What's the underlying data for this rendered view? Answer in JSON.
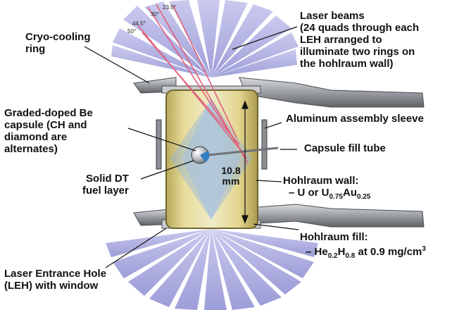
{
  "angles": [
    "23.5°",
    "30°",
    "44.5°",
    "50°"
  ],
  "labels": {
    "laser_beams": [
      "Laser beams",
      "(24 quads through each",
      "LEH arranged to",
      "illuminate two rings on",
      "the hohlraum wall)"
    ],
    "cryo_ring": [
      "Cryo-cooling",
      "ring"
    ],
    "capsule": [
      "Graded-doped Be",
      "capsule (CH and",
      "diamond are",
      "alternates)"
    ],
    "aluminum_sleeve": "Aluminum assembly sleeve",
    "fill_tube": "Capsule fill tube",
    "fuel_layer": [
      "Solid DT",
      "fuel layer"
    ],
    "dimension": [
      "10.8",
      "mm"
    ],
    "hohlraum_wall": {
      "title": "Hohlraum wall:",
      "line_prefix": "– U or U",
      "sub1": "0.75",
      "mid": "Au",
      "sub2": "0.25"
    },
    "hohlraum_fill": {
      "title": "Hohlraum fill:",
      "line_prefix": "– He",
      "sub1": "0.2",
      "mid": "H",
      "sub2": "0.8",
      "suffix": " at 0.9 mg/cm",
      "sup": "3"
    },
    "leh": [
      "Laser Entrance Hole",
      "(LEH) with window"
    ]
  },
  "colors": {
    "beam": "#8f8fd6",
    "hohlraum_gold": "#d8c878",
    "metal": "#9a9ca0",
    "capsule_blue": "#2e7fc4",
    "ray_red": "#e0607a"
  }
}
